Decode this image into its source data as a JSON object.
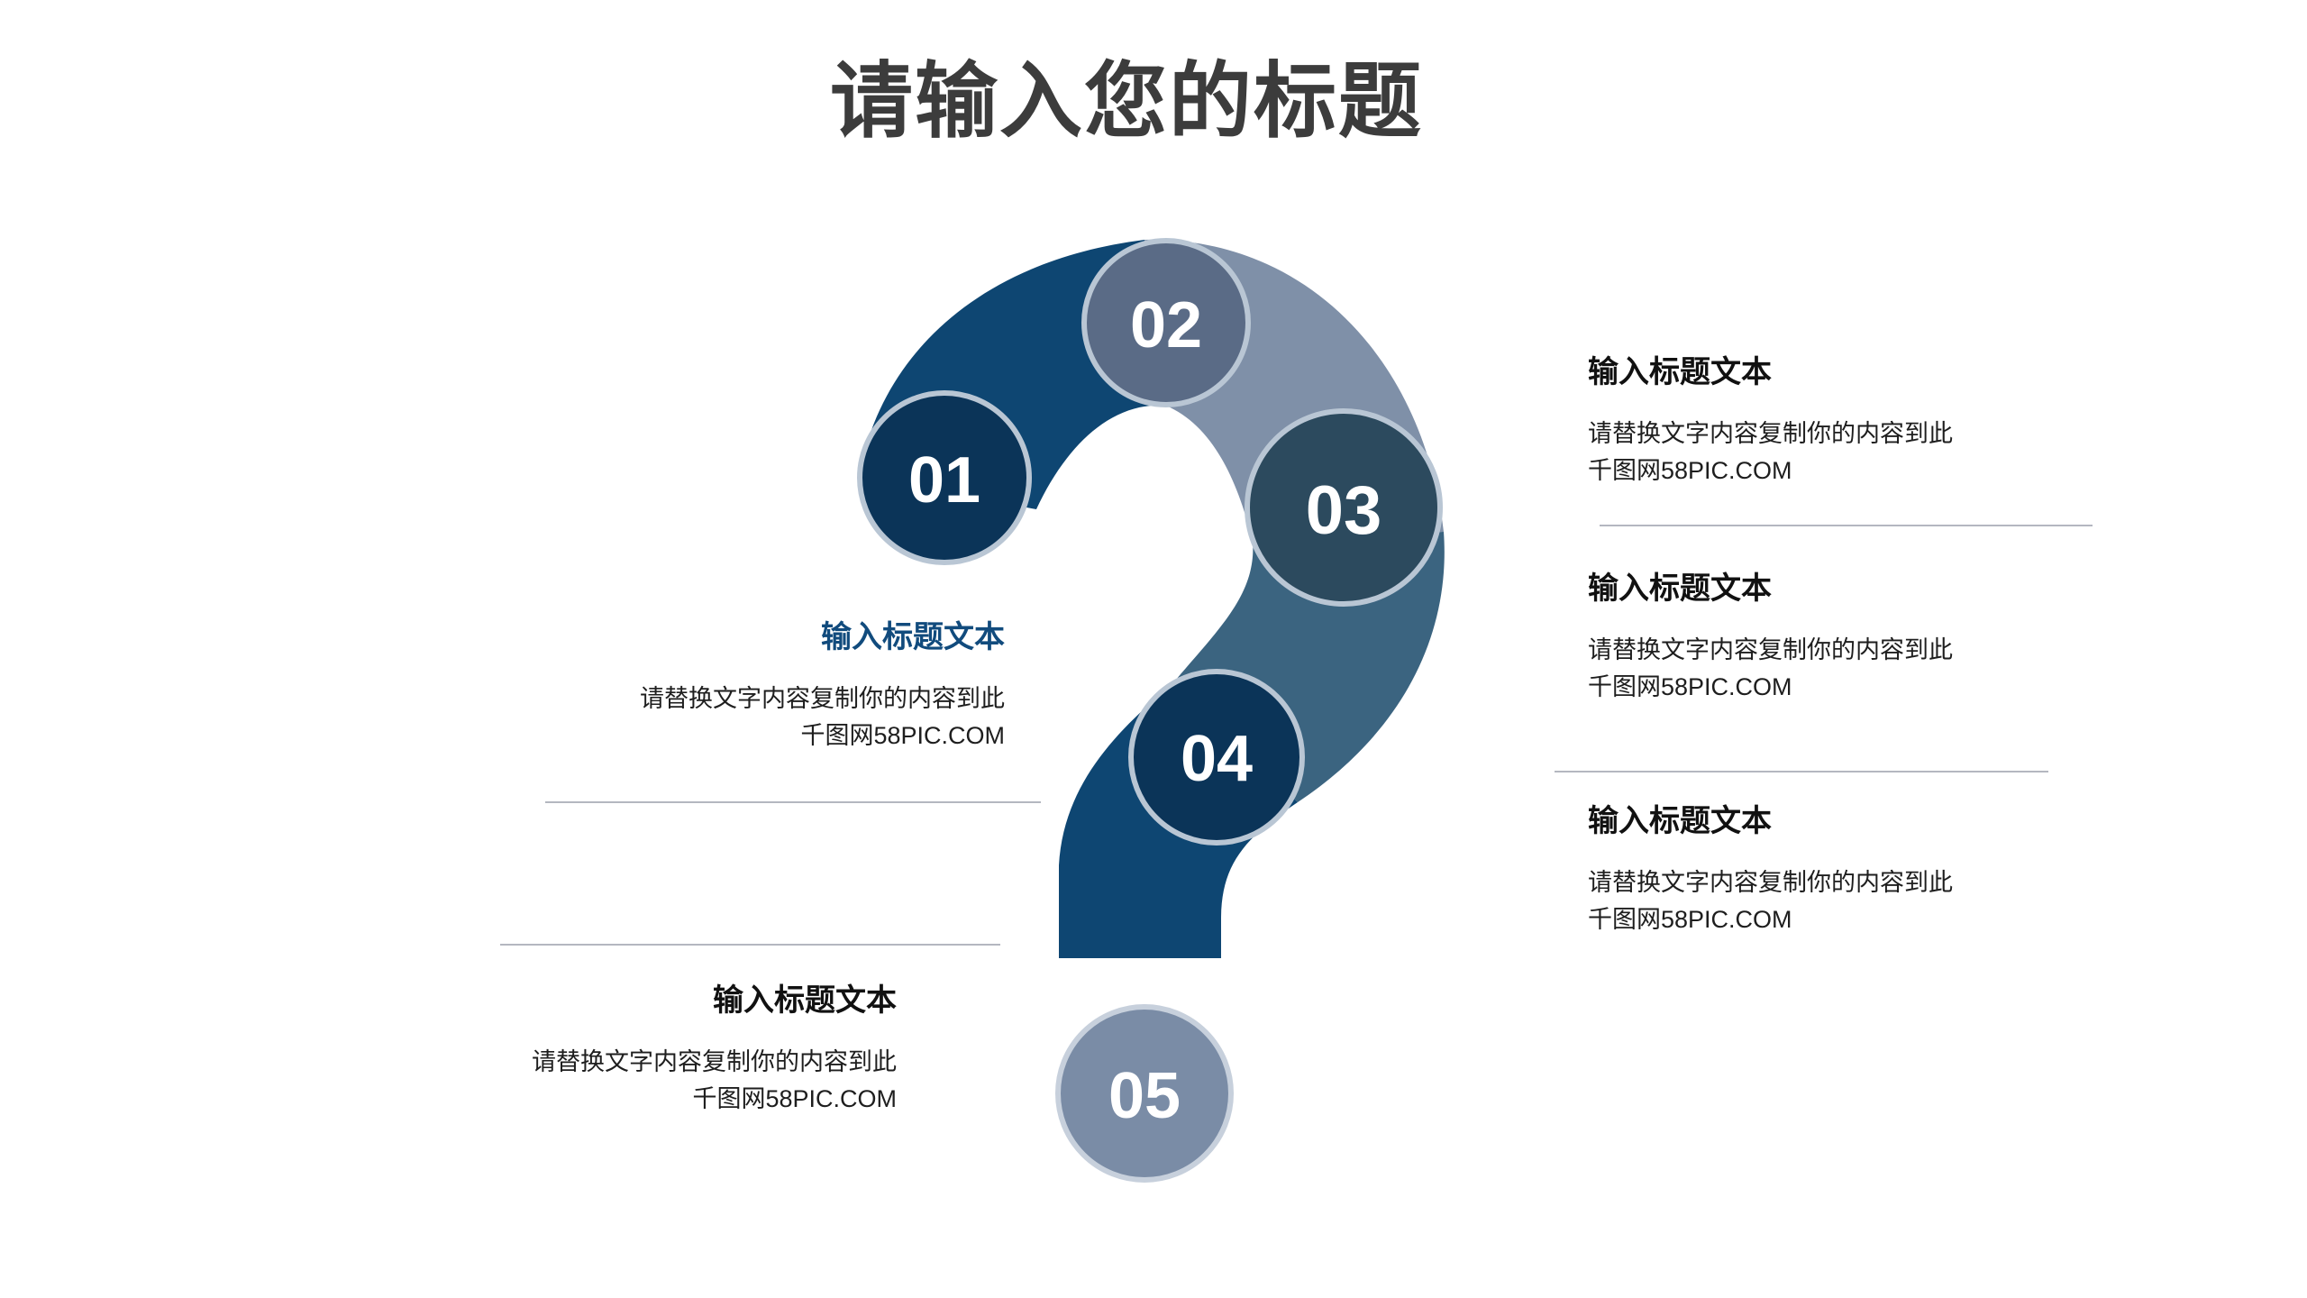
{
  "title": "请输入您的标题",
  "colors": {
    "seg_dark_blue": "#0e4672",
    "seg_slate": "#7f90a8",
    "seg_teal": "#3b6480",
    "circle_01": "#0b3458",
    "circle_02": "#5a6b86",
    "circle_03": "#2c4a5e",
    "circle_04": "#0b3458",
    "circle_05": "#7a8ca6",
    "ring": "#b9c6d4",
    "accent_heading": "#114b7d"
  },
  "steps": [
    {
      "number": "01",
      "heading": "输入标题文本",
      "body_line1": "请替换文字内容复制你的内容到此",
      "body_line2": "千图网58PIC.COM"
    },
    {
      "number": "02",
      "heading": "输入标题文本",
      "body_line1": "请替换文字内容复制你的内容到此",
      "body_line2": "千图网58PIC.COM"
    },
    {
      "number": "03",
      "heading": "输入标题文本",
      "body_line1": "请替换文字内容复制你的内容到此",
      "body_line2": "千图网58PIC.COM"
    },
    {
      "number": "04",
      "heading": "输入标题文本",
      "body_line1": "请替换文字内容复制你的内容到此",
      "body_line2": "千图网58PIC.COM"
    },
    {
      "number": "05",
      "heading": "输入标题文本",
      "body_line1": "请替换文字内容复制你的内容到此",
      "body_line2": "千图网58PIC.COM"
    }
  ]
}
